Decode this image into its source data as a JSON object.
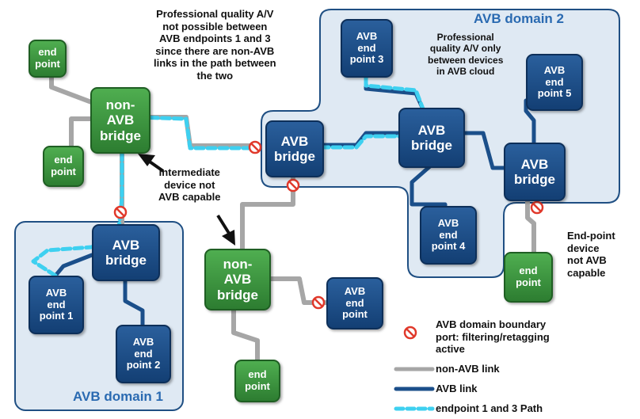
{
  "domains": {
    "d1": "AVB domain 1",
    "d2": "AVB domain 2"
  },
  "nodes": {
    "endpoint_tl": "end\npoint",
    "nonavb_bridge_top": "non-\nAVB\nbridge",
    "endpoint_ml": "end\npoint",
    "avb_bridge_center": "AVB\nbridge",
    "avb_bridge_d1": "AVB\nbridge",
    "avb_ep1": "AVB\nend\npoint 1",
    "avb_ep2": "AVB\nend\npoint 2",
    "nonavb_bridge_bottom": "non-\nAVB\nbridge",
    "avb_ep_bottom": "AVB\nend\npoint",
    "endpoint_bottom": "end\npoint",
    "avb_ep3": "AVB\nend\npoint 3",
    "avb_bridge_d2a": "AVB\nbridge",
    "avb_ep5": "AVB\nend\npoint 5",
    "avb_bridge_d2b": "AVB\nbridge",
    "avb_ep4": "AVB\nend\npoint 4",
    "endpoint_right": "end\npoint"
  },
  "annotations": {
    "top_note": "Professional quality A/V\nnot possible between\nAVB endpoints 1 and 3\nsince there are non-AVB\nlinks in the path between\nthe two",
    "cloud_note": "Professional\nquality A/V only\nbetween devices\nin  AVB cloud",
    "intermediate_note": "Intermediate\ndevice not\nAVB capable",
    "endpoint_note": "End-point\ndevice\nnot AVB\ncapable"
  },
  "legend": {
    "boundary": "AVB domain boundary\nport: filtering/retagging\nactive",
    "nonavb_link": "non-AVB link",
    "avb_link": "AVB link",
    "path": "endpoint 1 and 3 Path"
  },
  "colors": {
    "avb_link": "#1b4f8a",
    "non_avb_link": "#a6a6a6",
    "path": "#3ed0f0",
    "boundary_marker": "#e0392b",
    "avb_node": "#174578",
    "non_avb_node": "#3f9a42",
    "domain_fill": "#dfe9f3"
  },
  "icons": {
    "boundary_marker": "no-entry-circle-icon",
    "arrow": "black-arrow-icon"
  }
}
